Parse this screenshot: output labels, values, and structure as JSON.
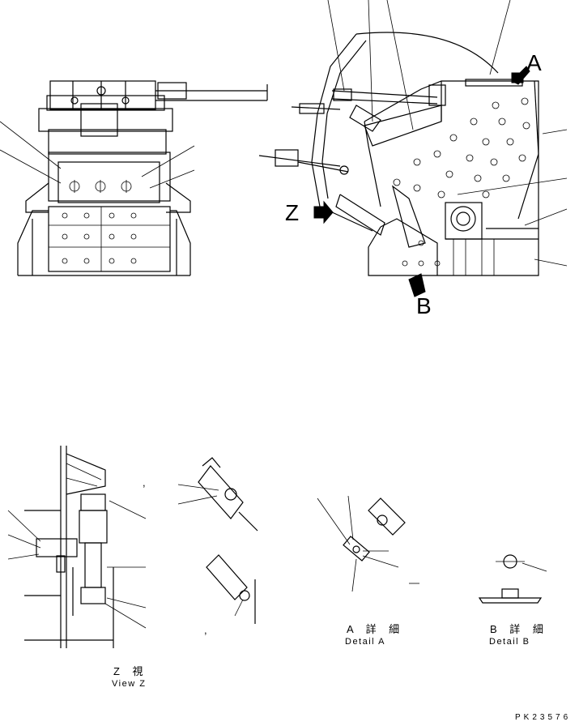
{
  "labels": {
    "view_a": "A",
    "view_b": "B",
    "view_z": "Z"
  },
  "captions": {
    "detail_a_jp": "A 詳 細",
    "detail_a_en": "Detail A",
    "detail_b_jp": "B 詳 細",
    "detail_b_en": "Detail B",
    "view_z_jp": "Z 視",
    "view_z_en": "View Z"
  },
  "drawing_number": "PK23576",
  "stray_marks": [
    ",",
    ","
  ]
}
